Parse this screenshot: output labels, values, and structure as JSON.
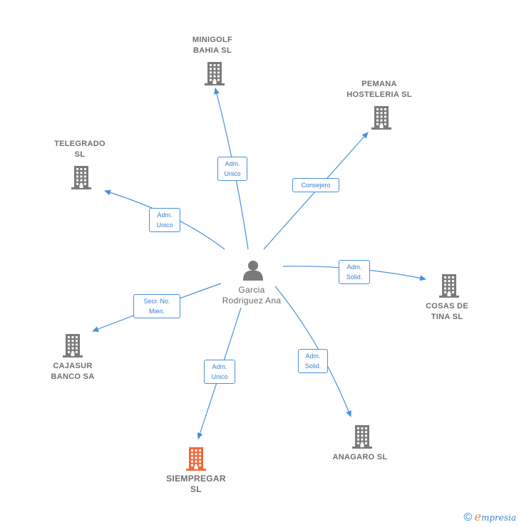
{
  "center": {
    "name": "Garcia\nRodriguez Ana"
  },
  "companies": [
    {
      "id": "minigolf",
      "name": "MINIGOLF\nBAHIA SL"
    },
    {
      "id": "pemana",
      "name": "PEMANA\nHOSTELERIA SL"
    },
    {
      "id": "telegrado",
      "name": "TELEGRADO\nSL"
    },
    {
      "id": "cosas",
      "name": "COSAS DE\nTINA SL"
    },
    {
      "id": "cajasur",
      "name": "CAJASUR\nBANCO SA"
    },
    {
      "id": "anagaro",
      "name": "ANAGARO  SL"
    },
    {
      "id": "siempregar",
      "name": "SIEMPREGAR\nSL"
    }
  ],
  "relations": [
    {
      "target": "minigolf",
      "label": "Adm.\nUnico"
    },
    {
      "target": "pemana",
      "label": "Consejero"
    },
    {
      "target": "telegrado",
      "label": "Adm.\nUnico"
    },
    {
      "target": "cosas",
      "label": "Adm.\nSolid."
    },
    {
      "target": "cajasur",
      "label": "Secr.  No.\nMien."
    },
    {
      "target": "anagaro",
      "label": "Adm.\nSolid."
    },
    {
      "target": "siempregar",
      "label": "Adm.\nUnico"
    }
  ],
  "colors": {
    "edge": "#4a8fdc",
    "building": "#7a7a7a",
    "building_highlight": "#f06a3c",
    "person": "#7a7a7a"
  },
  "footer": {
    "copyright": "©",
    "brand_initial": "e",
    "brand_rest": "mpresia"
  }
}
